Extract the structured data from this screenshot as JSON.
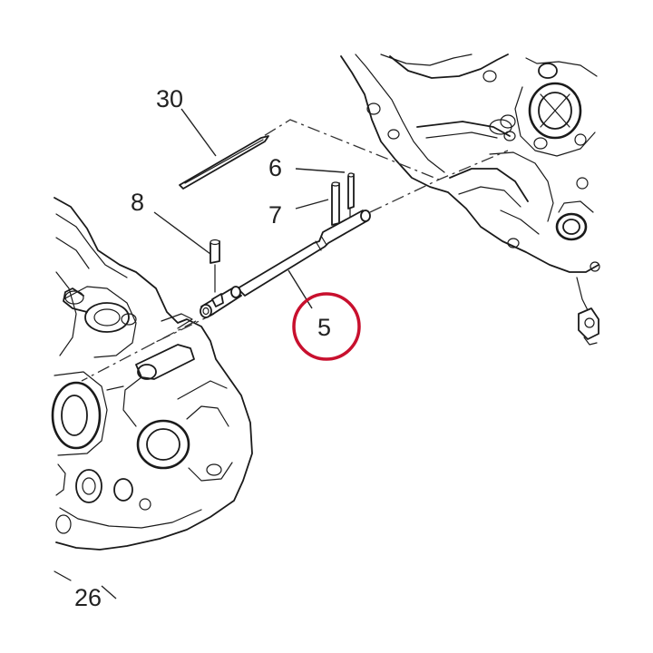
{
  "callouts": {
    "c30": "30",
    "c6": "6",
    "c7": "7",
    "c8": "8",
    "c5": "5",
    "c26": "26"
  },
  "highlight": {
    "part": "5",
    "ring_color": "#c8102e"
  },
  "colors": {
    "ink": "#1a1a1a",
    "background": "#ffffff"
  }
}
